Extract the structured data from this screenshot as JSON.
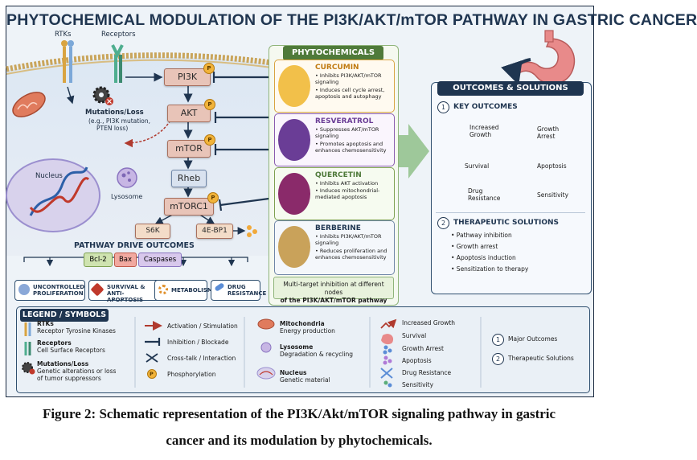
{
  "title": "PHYTOCHEMICAL MODULATION OF THE PI3K/AKT/mTOR PATHWAY IN GASTRIC CANCER",
  "membrane": {
    "rtks_label": "RTKs",
    "receptors_label": "Receptors"
  },
  "pathway": {
    "pi3k": "PI3K",
    "akt": "AKT",
    "mtor": "mTOR",
    "rheb": "Rheb",
    "mtorc1": "mTORC1",
    "s6k": "S6K",
    "ebp1": "4E-BP1",
    "p": "P"
  },
  "mutations": {
    "title": "Mutations/Loss",
    "detail1": "(e.g., PI3K mutation,",
    "detail2": "PTEN loss)"
  },
  "cell": {
    "nucleus": "Nucleus",
    "lysosome": "Lysosome"
  },
  "drive": {
    "title": "PATHWAY DRIVE OUTCOMES",
    "bcl2": "Bcl-2",
    "bax": "Bax",
    "caspases": "Caspases",
    "boxes": [
      {
        "l1": "UNCONTROLLED",
        "l2": "PROLIFERATION"
      },
      {
        "l1": "SURVIVAL &",
        "l2": "ANTI-APOPTOSIS"
      },
      {
        "l1": "METABOLISM",
        "l2": ""
      },
      {
        "l1": "DRUG",
        "l2": "RESISTANCE"
      }
    ]
  },
  "phyto": {
    "header": "PHYTOCHEMICALS",
    "cards": [
      {
        "name": "CURCUMIN",
        "b1": "• Inhibits PI3K/AKT/mTOR signaling",
        "b2": "• Induces cell cycle arrest, apoptosis and autophagy"
      },
      {
        "name": "RESVERATROL",
        "b1": "• Suppresses AKT/mTOR signaling",
        "b2": "• Promotes apoptosis and enhances chemosensitivity"
      },
      {
        "name": "QUERCETIN",
        "b1": "• Inhibits AKT activation",
        "b2": "• Induces mitochondrial-mediated apoptosis"
      },
      {
        "name": "BERBERINE",
        "b1": "• Inhibits PI3K/AKT/mTOR signaling",
        "b2": "• Reduces proliferation and enhances chemosensitivity"
      }
    ],
    "multi_l1": "Multi-target inhibition at different nodes",
    "multi_l2": "of the PI3K/AKT/mTOR pathway"
  },
  "outcomes": {
    "header": "OUTCOMES & SOLUTIONS",
    "key_num": "1",
    "key_title": "KEY OUTCOMES",
    "rows": [
      {
        "left1": "Increased",
        "left2": "Growth",
        "right1": "Growth",
        "right2": "Arrest"
      },
      {
        "left1": "Survival",
        "left2": "",
        "right1": "Apoptosis",
        "right2": ""
      },
      {
        "left1": "Drug",
        "left2": "Resistance",
        "right1": "Sensitivity",
        "right2": ""
      }
    ],
    "ther_num": "2",
    "ther_title": "THERAPEUTIC SOLUTIONS",
    "solutions": [
      "• Pathway inhibition",
      "• Growth arrest",
      "• Apoptosis induction",
      "• Sensitization to therapy"
    ]
  },
  "legend": {
    "header": "LEGEND / SYMBOLS",
    "rtks_t": "RTKs",
    "rtks_d": "Receptor Tyrosine Kinases",
    "rec_t": "Receptors",
    "rec_d": "Cell Surface Receptors",
    "mut_t": "Mutations/Loss",
    "mut_d1": "Genetic alterations or loss",
    "mut_d2": "of tumor suppressors",
    "act": "Activation / Stimulation",
    "inh": "Inhibition / Blockade",
    "cross": "Cross-talk / Interaction",
    "phos": "Phosphorylation",
    "p": "P",
    "mito_t": "Mitochondria",
    "mito_d": "Energy production",
    "lyso_t": "Lysosome",
    "lyso_d": "Degradation & recycling",
    "nuc_t": "Nucleus",
    "nuc_d": "Genetic material",
    "ig": "Increased Growth",
    "surv": "Survival",
    "ga": "Growth Arrest",
    "apop": "Apoptosis",
    "dr": "Drug Resistance",
    "sens": "Sensitivity",
    "n1": "1",
    "major": "Major Outcomes",
    "n2": "2",
    "ther": "Therapeutic Solutions"
  },
  "caption": {
    "line1": "Figure 2: Schematic representation of the PI3K/Akt/mTOR signaling pathway in gastric",
    "line2": "cancer and its modulation by phytochemicals."
  },
  "colors": {
    "navy": "#1f3550",
    "node_fill": "#e8c4b8",
    "phyto_green": "#4f7a3a",
    "badge": "#f1b33a"
  }
}
